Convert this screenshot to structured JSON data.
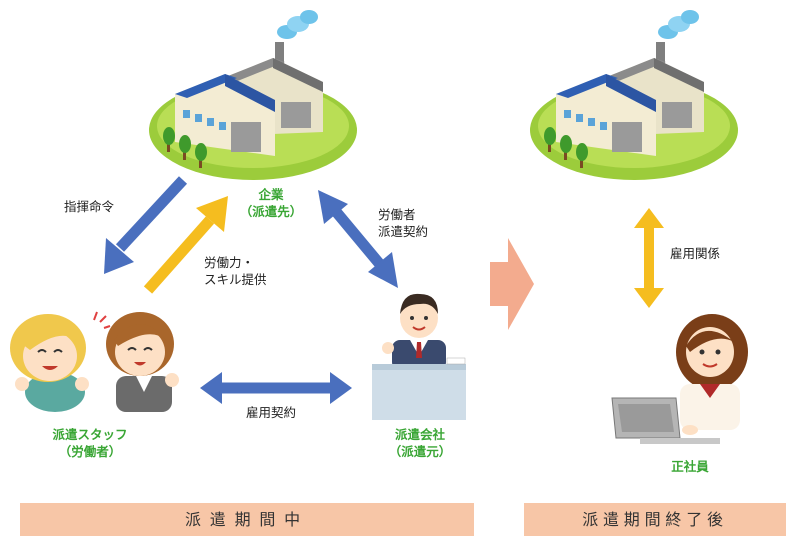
{
  "nodes": {
    "company": {
      "name": "企業",
      "sub": "（派遣先）"
    },
    "staff": {
      "name": "派遣スタッフ",
      "sub": "（労働者）"
    },
    "agency": {
      "name": "派遣会社",
      "sub": "（派遣元）"
    },
    "employee": {
      "name": "正社員"
    }
  },
  "relations": {
    "command": "指揮命令",
    "labor_line1": "労働力・",
    "labor_line2": "スキル提供",
    "dispatch_line1": "労働者",
    "dispatch_line2": "派遣契約",
    "employment_contract": "雇用契約",
    "employment_relation": "雇用関係"
  },
  "periods": {
    "during": "派遣期間中",
    "after": "派遣期間終了後"
  },
  "colors": {
    "blue_arrow": "#4a6fbe",
    "yellow_arrow": "#f5bd1f",
    "orange_arrow": "#f3ab8e",
    "label_green": "#3aa635",
    "band": "#f7c6a7"
  }
}
